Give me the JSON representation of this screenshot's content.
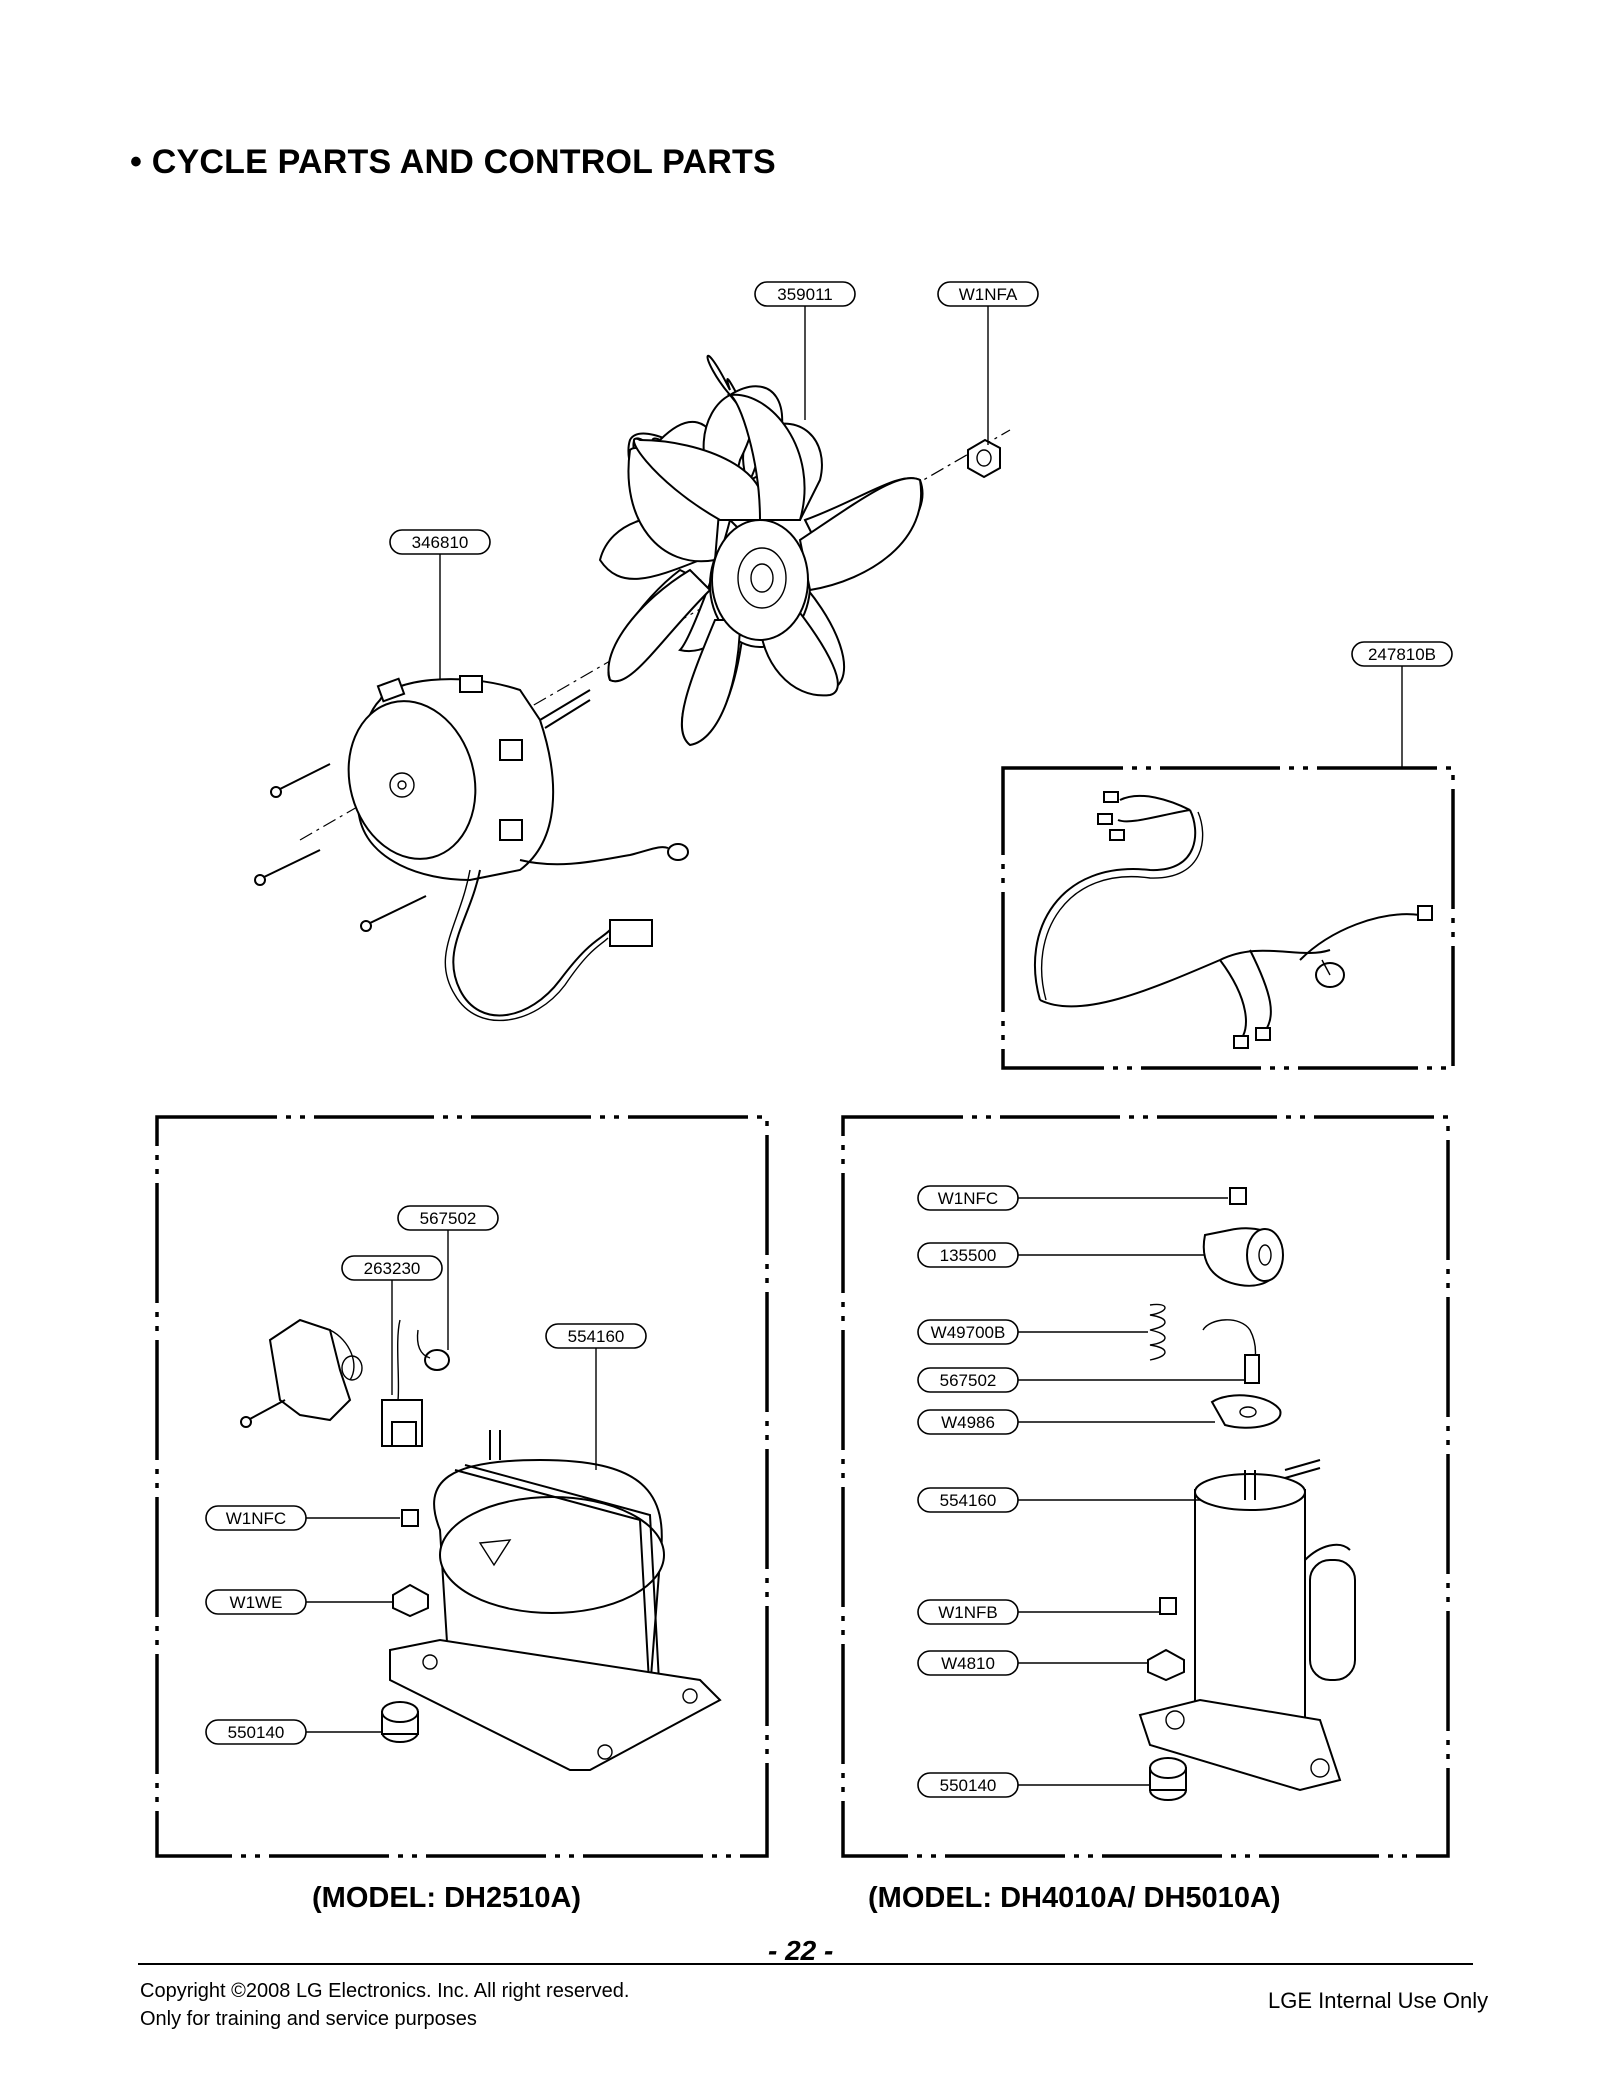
{
  "page": {
    "heading": "• CYCLE PARTS AND CONTROL PARTS",
    "page_number": "- 22 -",
    "copyright": "Copyright ©2008 LG Electronics. Inc. All right reserved.",
    "training_note": "Only for training and service purposes",
    "internal_use": "LGE Internal Use Only"
  },
  "fan_assembly": {
    "labels": [
      "359011",
      "W1NFA",
      "346810",
      "247810B"
    ]
  },
  "compressor_left": {
    "model_caption": "(MODEL: DH2510A)",
    "labels": [
      "567502",
      "263230",
      "554160",
      "W1NFC",
      "W1WE",
      "550140"
    ]
  },
  "compressor_right": {
    "model_caption": "(MODEL: DH4010A/ DH5010A)",
    "labels": [
      "W1NFC",
      "135500",
      "W49700B",
      "567502",
      "W4986",
      "554160",
      "W1NFB",
      "W4810",
      "550140"
    ]
  }
}
